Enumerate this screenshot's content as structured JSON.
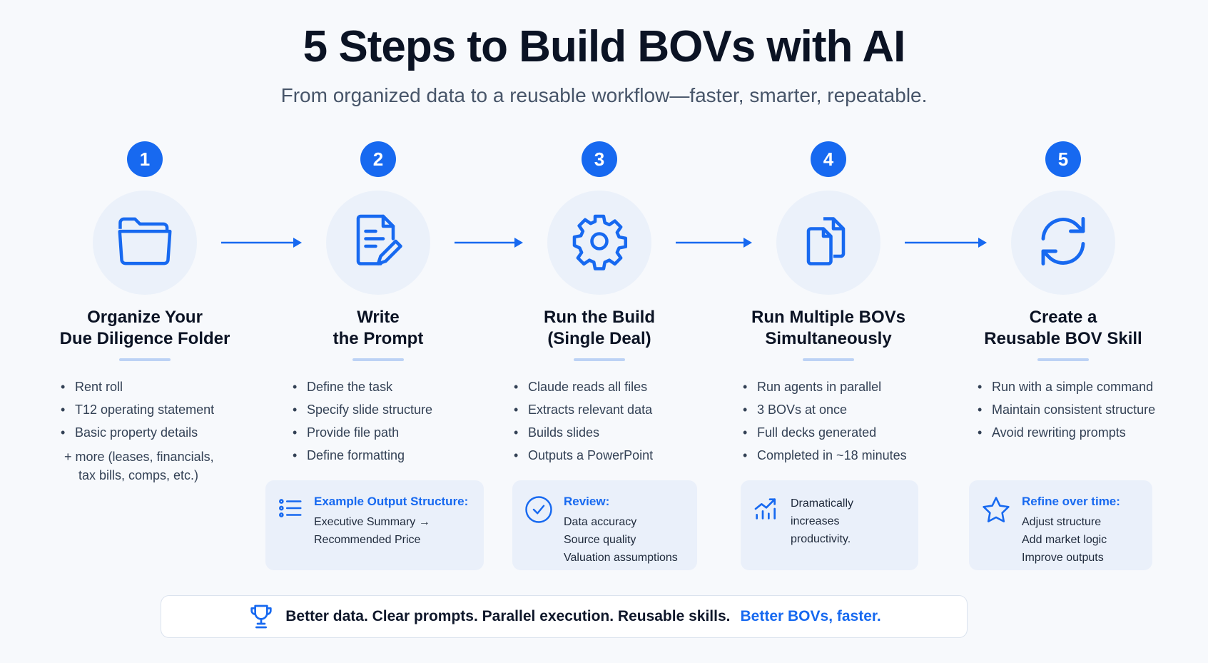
{
  "title": "5 Steps to Build BOVs with AI",
  "subtitle": "From organized data to a reusable workflow—faster, smarter, repeatable.",
  "accent": "#1769f0",
  "steps": [
    {
      "number": "1",
      "icon": "folder-icon",
      "title1": "Organize Your",
      "title2": "Due Diligence Folder",
      "bullets": [
        "Rent roll",
        "T12 operating statement",
        "Basic property details"
      ],
      "more": "+ more (leases, financials,",
      "more2": "tax bills, comps, etc.)"
    },
    {
      "number": "2",
      "icon": "document-edit-icon",
      "title1": "Write",
      "title2": "the Prompt",
      "bullets": [
        "Define the task",
        "Specify slide structure",
        "Provide file path",
        "Define formatting"
      ],
      "box": {
        "icon": "list-icon",
        "title": "Example Output Structure:",
        "lines": [
          "Executive Summary →",
          "Recommended Price"
        ]
      }
    },
    {
      "number": "3",
      "icon": "gear-icon",
      "title1": "Run the Build",
      "title2": "(Single Deal)",
      "bullets": [
        "Claude reads all files",
        "Extracts relevant data",
        "Builds slides",
        "Outputs a PowerPoint"
      ],
      "box": {
        "icon": "check-circle-icon",
        "title": "Review:",
        "lines": [
          "Data accuracy",
          "Source quality",
          "Valuation assumptions"
        ]
      }
    },
    {
      "number": "4",
      "icon": "documents-icon",
      "title1": "Run Multiple BOVs",
      "title2": "Simultaneously",
      "bullets": [
        "Run agents in parallel",
        "3 BOVs at once",
        "Full decks generated",
        "Completed in ~18 minutes"
      ],
      "box": {
        "icon": "chart-up-icon",
        "title": "",
        "lines": [
          "Dramatically",
          "increases",
          "productivity."
        ]
      }
    },
    {
      "number": "5",
      "icon": "refresh-icon",
      "title1": "Create a",
      "title2": "Reusable BOV Skill",
      "bullets": [
        "Run with a simple command",
        "Maintain consistent structure",
        "Avoid rewriting prompts"
      ],
      "box": {
        "icon": "star-icon",
        "title": "Refine over time:",
        "lines": [
          "Adjust structure",
          "Add market logic",
          "Improve outputs"
        ]
      }
    }
  ],
  "footer": {
    "icon": "trophy-icon",
    "text": "Better data. Clear prompts. Parallel execution. Reusable skills.",
    "highlight": "Better BOVs, faster."
  }
}
